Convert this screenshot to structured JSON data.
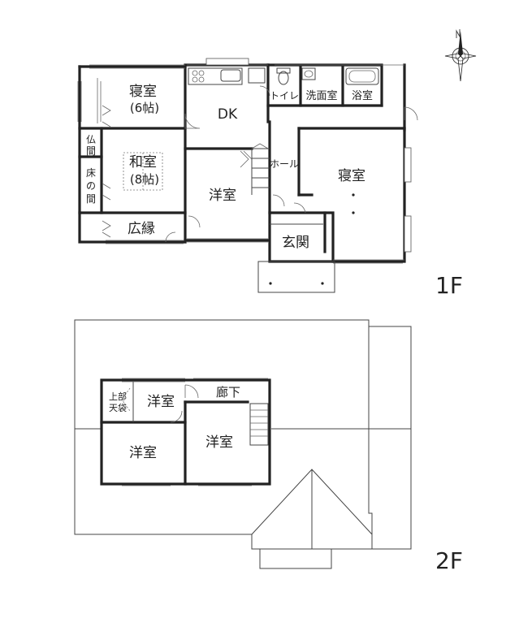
{
  "floors": {
    "first": {
      "label": "1F",
      "rooms": {
        "bedroom_small": "寝室",
        "bedroom_small_size": "(6帖)",
        "dk": "DK",
        "toilet": "トイレ",
        "washroom": "洗面室",
        "bathroom": "浴室",
        "butsuma": "仏間",
        "washitsu": "和室",
        "washitsu_size": "(8帖)",
        "tokonoma_1": "床",
        "tokonoma_2": "の",
        "tokonoma_3": "間",
        "western_room": "洋室",
        "hall": "ホール",
        "bedroom_large": "寝室",
        "veranda": "広縁",
        "entrance": "玄関"
      }
    },
    "second": {
      "label": "2F",
      "rooms": {
        "attic_1": "上部",
        "attic_2": "天袋",
        "western_top": "洋室",
        "corridor": "廊下",
        "western_left": "洋室",
        "western_right": "洋室"
      }
    }
  }
}
